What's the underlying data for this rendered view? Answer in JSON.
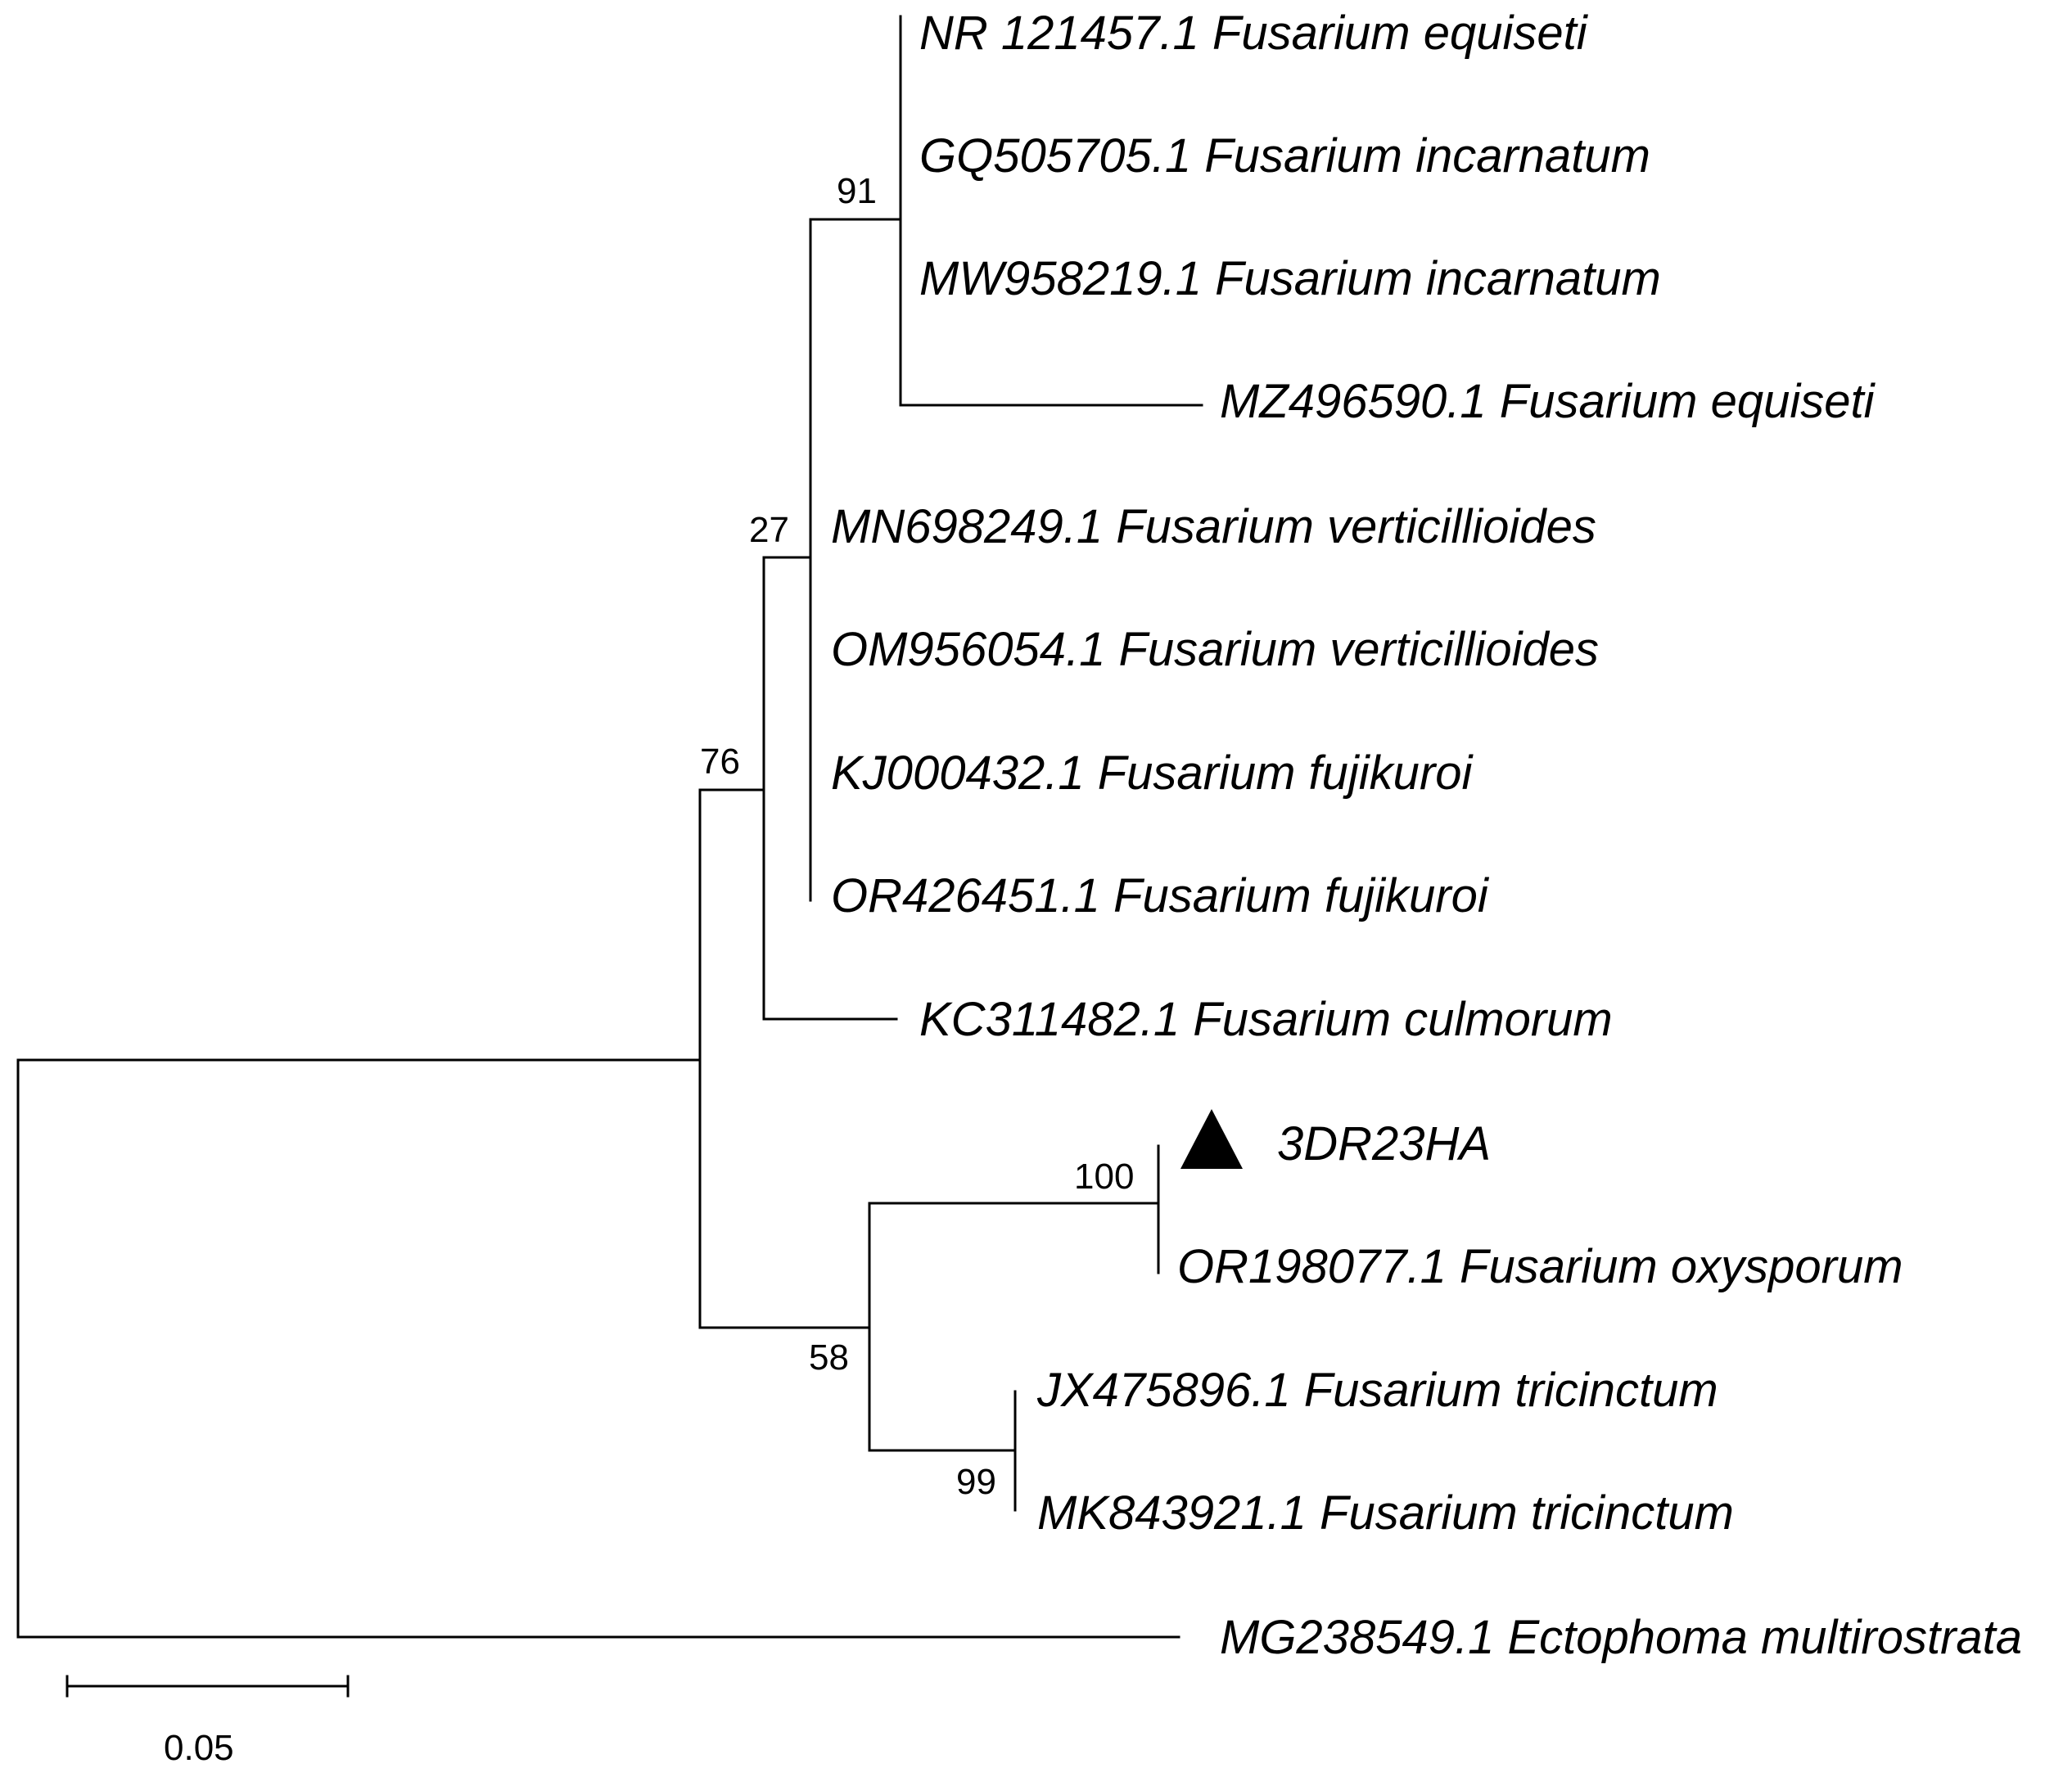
{
  "tree": {
    "taxa": [
      {
        "id": "t1",
        "label": "NR 121457.1 Fusarium equiseti"
      },
      {
        "id": "t2",
        "label": "GQ505705.1 Fusarium incarnatum"
      },
      {
        "id": "t3",
        "label": "MW958219.1 Fusarium incarnatum"
      },
      {
        "id": "t4",
        "label": "MZ496590.1 Fusarium equiseti"
      },
      {
        "id": "t5",
        "label": "MN698249.1 Fusarium verticillioides"
      },
      {
        "id": "t6",
        "label": "OM956054.1 Fusarium verticillioides"
      },
      {
        "id": "t7",
        "label": "KJ000432.1 Fusarium fujikuroi"
      },
      {
        "id": "t8",
        "label": "OR426451.1 Fusarium fujikuroi"
      },
      {
        "id": "t9",
        "label": "KC311482.1 Fusarium culmorum"
      },
      {
        "id": "t10",
        "label": "3DR23HA",
        "marker": "filled-triangle"
      },
      {
        "id": "t11",
        "label": "OR198077.1 Fusarium oxysporum"
      },
      {
        "id": "t12",
        "label": "JX475896.1 Fusarium tricinctum"
      },
      {
        "id": "t13",
        "label": "MK843921.1 Fusarium tricinctum"
      },
      {
        "id": "t14",
        "label": "MG238549.1 Ectophoma multirostrata"
      }
    ],
    "bootstrap_values": [
      {
        "node": "clade-equiseti-incarnatum",
        "value": "91"
      },
      {
        "node": "clade-verticillioides-fujikuroi",
        "value": "27"
      },
      {
        "node": "clade-main-fusarium",
        "value": "76"
      },
      {
        "node": "clade-3dr23ha-oxysporum",
        "value": "100"
      },
      {
        "node": "clade-oxysporum-tricinctum",
        "value": "58"
      },
      {
        "node": "clade-tricinctum",
        "value": "99"
      }
    ],
    "scale_bar": {
      "value": 0.05,
      "label": "0.05"
    }
  }
}
